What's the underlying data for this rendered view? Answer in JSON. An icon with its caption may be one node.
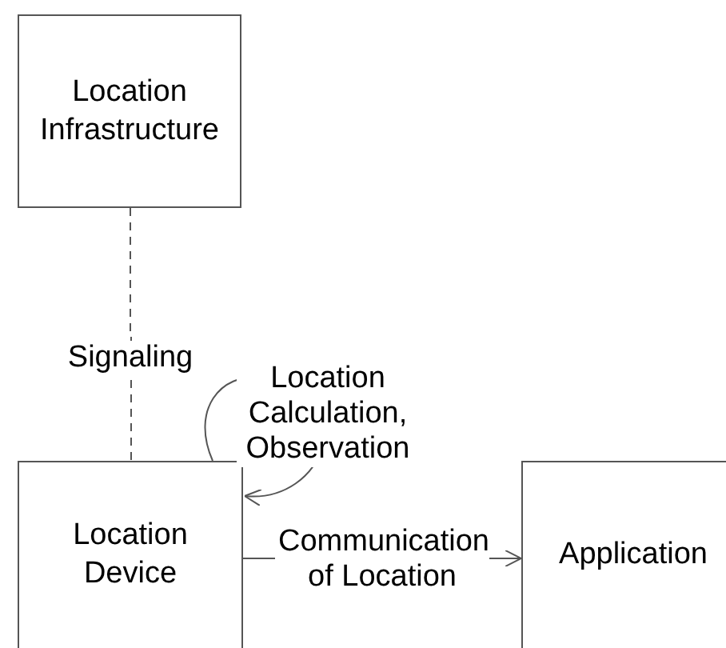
{
  "diagram": {
    "nodes": [
      {
        "text": [
          "Location Infrastructure"
        ]
      },
      {
        "text": [
          "Location Device"
        ]
      },
      {
        "text": [
          "Application"
        ]
      }
    ],
    "edges": [
      {
        "from": 0,
        "to": 1,
        "arrow": "none",
        "label": "Signaling",
        "style": "dashed"
      },
      {
        "from": 1,
        "to": 1,
        "arrow": "to",
        "label": "Location Calculation, Observation"
      },
      {
        "from": 1,
        "to": 2,
        "arrow": "to",
        "label": "Communication of Location"
      }
    ]
  }
}
